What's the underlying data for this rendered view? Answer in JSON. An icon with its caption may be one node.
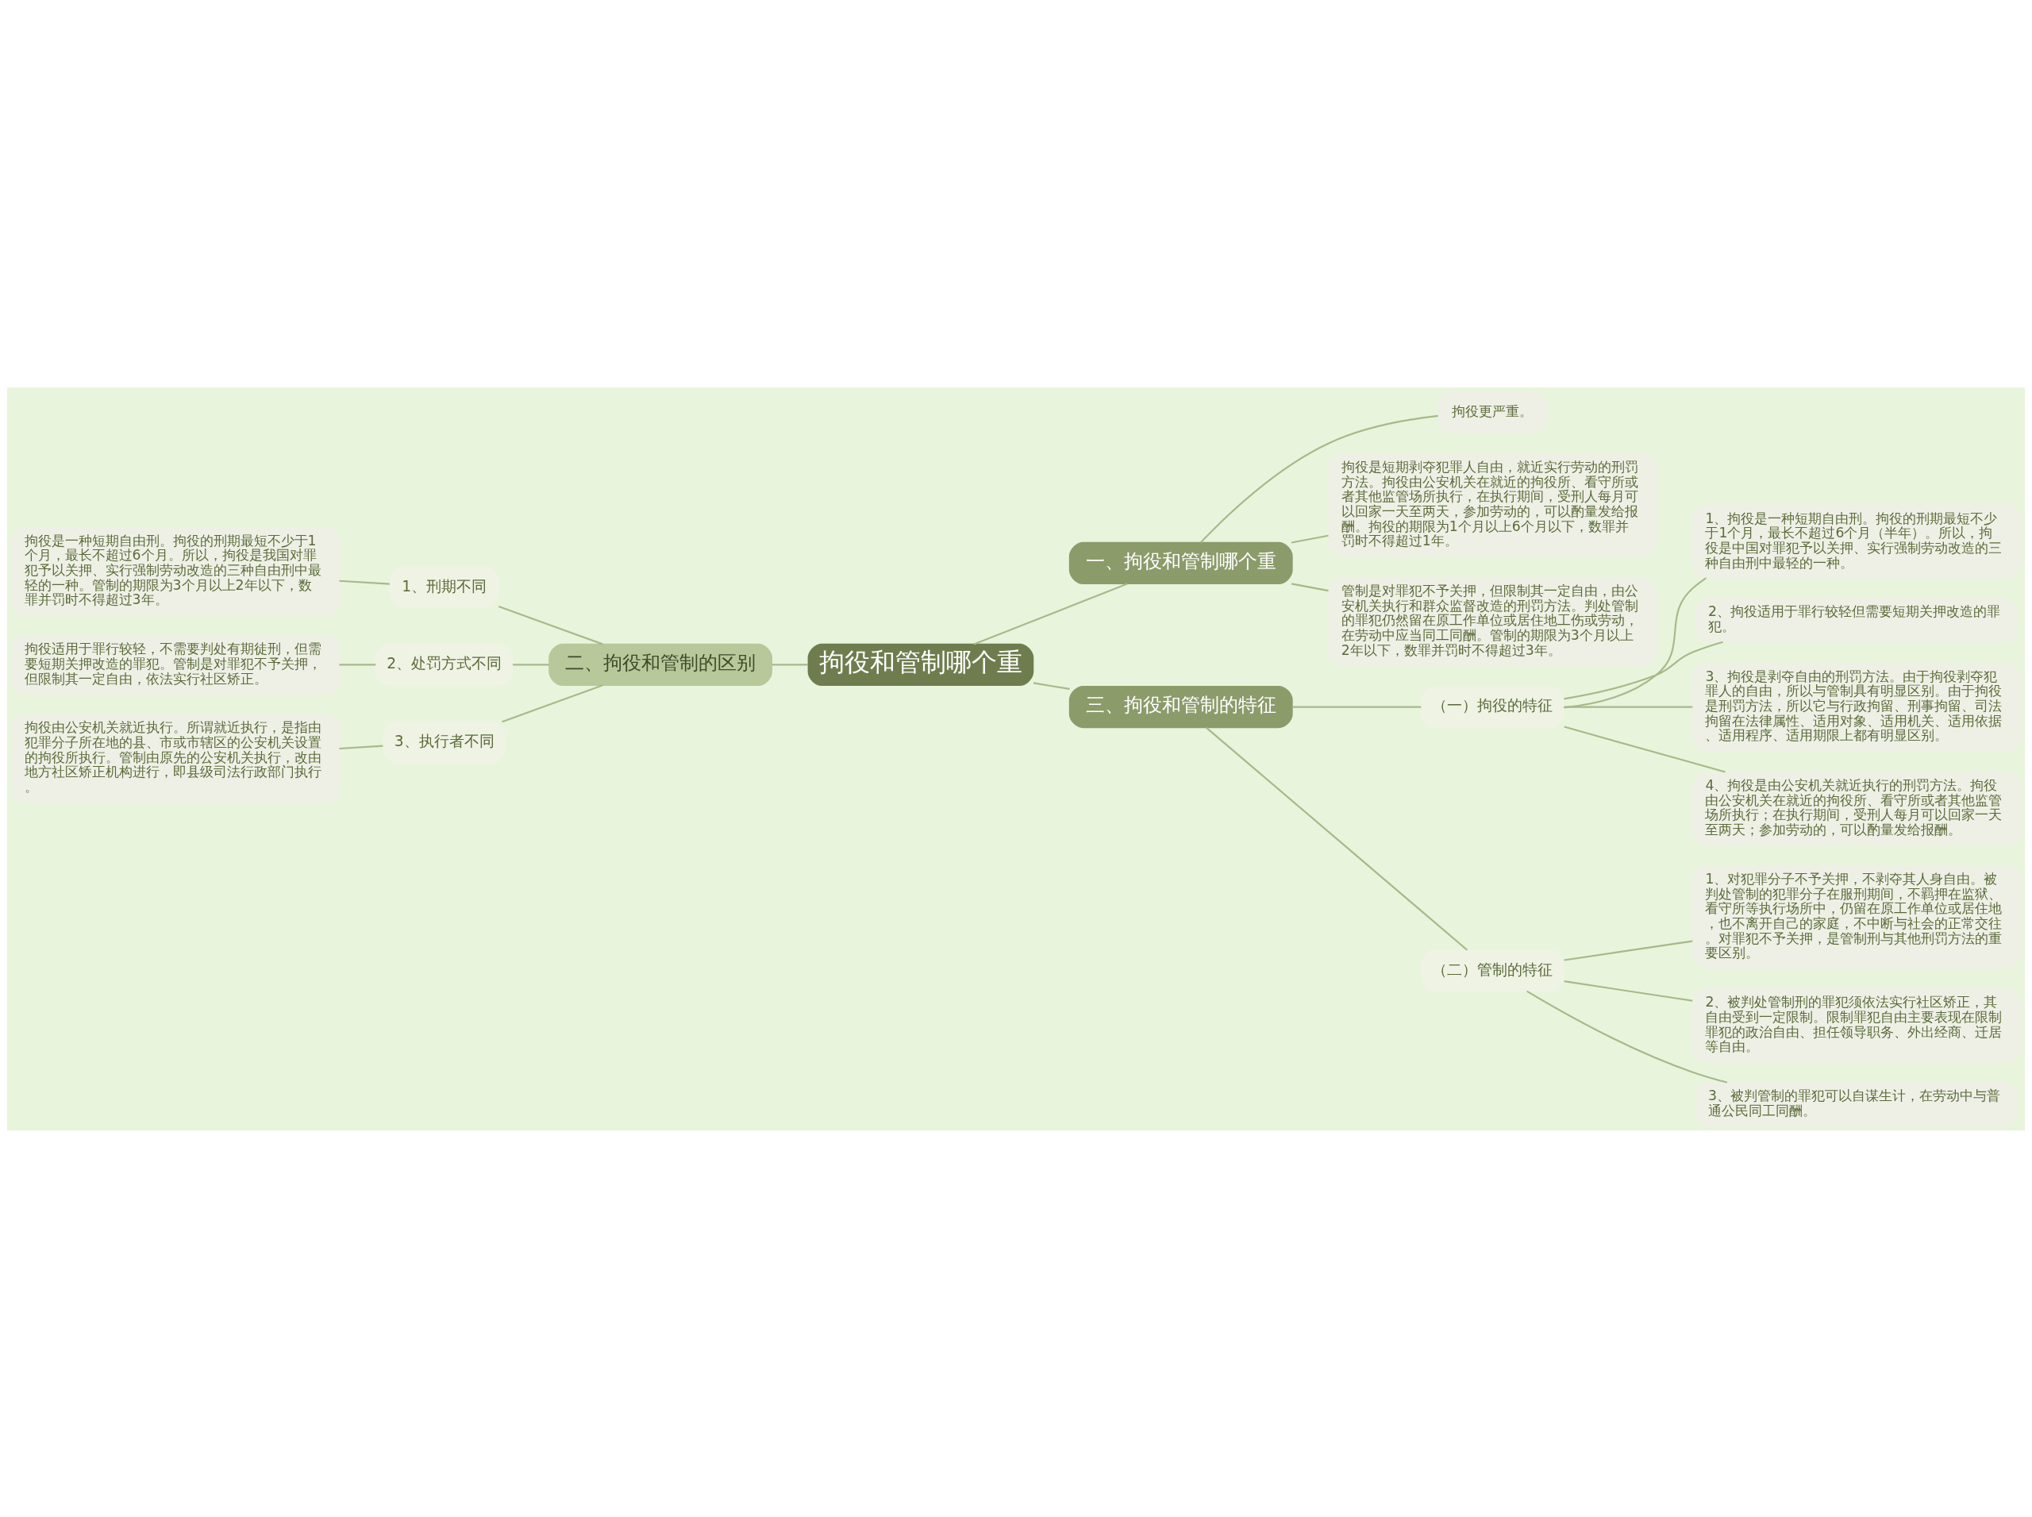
{
  "diagram": {
    "nodes": [
      {
        "text": [
          "拘役和管制哪个重"
        ]
      },
      {
        "text": [
          "一、拘役和管制哪个重"
        ]
      },
      {
        "text": [
          "拘役更严重。"
        ]
      },
      {
        "text": [
          "拘役是短期剥夺犯罪人自由，就近实行劳动的刑罚方法。拘役由公安机关在就近的拘役所、看守所或者其他监管场所执行，在执行期间，受刑人每月可以回家一天至两天，参加劳动的，可以酌量发给报酬。拘役的期限为1个月以上6个月以下，数罪并罚时不得超过1年。"
        ]
      },
      {
        "text": [
          "管制是对罪犯不予关押，但限制其一定自由，由公安机关执行和群众监督改造的刑罚方法。判处管制的罪犯仍然留在原工作单位或居住地工伤或劳动，在劳动中应当同工同酬。管制的期限为3个月以上2年以下，数罪并罚时不得超过3年。"
        ]
      },
      {
        "text": [
          "二、拘役和管制的区别"
        ]
      },
      {
        "text": [
          "1、刑期不同"
        ]
      },
      {
        "text": [
          "拘役是一种短期自由刑。拘役的刑期最短不少于1个月，最长不超过6个月。所以，拘役是我国对罪犯予以关押、实行强制劳动改造的三种自由刑中最轻的一种。管制的期限为3个月以上2年以下，数罪并罚时不得超过3年。"
        ]
      },
      {
        "text": [
          "2、处罚方式不同"
        ]
      },
      {
        "text": [
          "拘役适用于罪行较轻，不需要判处有期徒刑，但需要短期关押改造的罪犯。管制是对罪犯不予关押，但限制其一定自由，依法实行社区矫正。"
        ]
      },
      {
        "text": [
          "3、执行者不同"
        ]
      },
      {
        "text": [
          "拘役由公安机关就近执行。所谓就近执行，是指由犯罪分子所在地的县、市或市辖区的公安机关设置的拘役所执行。管制由原先的公安机关执行，改由地方社区矫正机构进行，即县级司法行政部门执行。"
        ]
      },
      {
        "text": [
          "三、拘役和管制的特征"
        ]
      },
      {
        "text": [
          "（一）拘役的特征"
        ]
      },
      {
        "text": [
          "1、拘役是一种短期自由刑。拘役的刑期最短不少于1个月，最长不超过6个月（半年）。所以，拘役是中国对罪犯予以关押、实行强制劳动改造的三种自由刑中最轻的一种。"
        ]
      },
      {
        "text": [
          "2、拘役适用于罪行较轻但需要短期关押改造的罪犯。"
        ]
      },
      {
        "text": [
          "3、拘役是剥夺自由的刑罚方法。由于拘役剥夺犯罪人的自由，所以与管制具有明显区别。由于拘役是刑罚方法，所以它与行政拘留、刑事拘留、司法拘留在法律属性、适用对象、适用机关、适用依据、适用程序、适用期限上都有明显区别。"
        ]
      },
      {
        "text": [
          "4、拘役是由公安机关就近执行的刑罚方法。拘役由公安机关在就近的拘役所、看守所或者其他监管场所执行；在执行期间，受刑人每月可以回家一天至两天；参加劳动的，可以酌量发给报酬。"
        ]
      },
      {
        "text": [
          "（二）管制的特征"
        ]
      },
      {
        "text": [
          "1、对犯罪分子不予关押，不剥夺其人身自由。被判处管制的犯罪分子在服刑期间，不羁押在监狱、看守所等执行场所中，仍留在原工作单位或居住地，也不离开自己的家庭，不中断与社会的正常交往。对罪犯不予关押，是管制刑与其他刑罚方法的重要区别。"
        ]
      },
      {
        "text": [
          "2、被判处管制刑的罪犯须依法实行社区矫正，其自由受到一定限制。限制罪犯自由主要表现在限制罪犯的政治自由、担任领导职务、外出经商、迁居等自由。"
        ]
      },
      {
        "text": [
          "3、被判管制的罪犯可以自谋生计，在劳动中与普通公民同工同酬。"
        ]
      }
    ],
    "edges": [
      {
        "from": 0,
        "to": 1,
        "arrow": "none"
      },
      {
        "from": 1,
        "to": 2,
        "arrow": "none"
      },
      {
        "from": 1,
        "to": 3,
        "arrow": "none"
      },
      {
        "from": 1,
        "to": 4,
        "arrow": "none"
      },
      {
        "from": 5,
        "to": 0,
        "arrow": "none"
      },
      {
        "from": 6,
        "to": 5,
        "arrow": "none"
      },
      {
        "from": 7,
        "to": 6,
        "arrow": "none"
      },
      {
        "from": 8,
        "to": 5,
        "arrow": "none"
      },
      {
        "from": 9,
        "to": 8,
        "arrow": "none"
      },
      {
        "from": 10,
        "to": 5,
        "arrow": "none"
      },
      {
        "from": 11,
        "to": 10,
        "arrow": "none"
      },
      {
        "from": 0,
        "to": 12,
        "arrow": "none"
      },
      {
        "from": 12,
        "to": 13,
        "arrow": "none"
      },
      {
        "from": 13,
        "to": 14,
        "arrow": "none"
      },
      {
        "from": 13,
        "to": 15,
        "arrow": "none"
      },
      {
        "from": 13,
        "to": 16,
        "arrow": "none"
      },
      {
        "from": 13,
        "to": 17,
        "arrow": "none"
      },
      {
        "from": 12,
        "to": 18,
        "arrow": "none"
      },
      {
        "from": 18,
        "to": 19,
        "arrow": "none"
      },
      {
        "from": 18,
        "to": 20,
        "arrow": "none"
      },
      {
        "from": 18,
        "to": 21,
        "arrow": "none"
      }
    ]
  }
}
